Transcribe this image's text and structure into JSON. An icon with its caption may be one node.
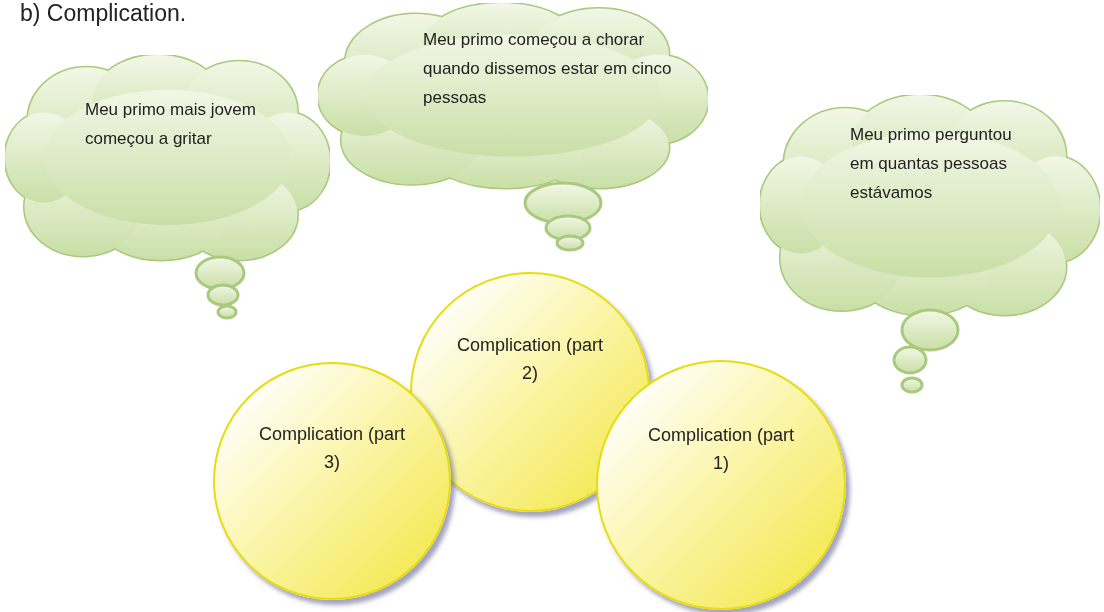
{
  "diagram": {
    "title": "b) Complication.",
    "nodes": [
      {
        "text": [
          "Meu primo mais jovem começou a gritar"
        ]
      },
      {
        "text": [
          "Meu primo começou a chorar quando dissemos estar em cinco pessoas"
        ]
      },
      {
        "text": [
          "Meu primo perguntou em quantas pessoas estávamos"
        ]
      },
      {
        "text": [
          "Complication (part 2)"
        ]
      },
      {
        "text": [
          "Complication (part 3)"
        ]
      },
      {
        "text": [
          "Complication (part 1)"
        ]
      }
    ]
  }
}
